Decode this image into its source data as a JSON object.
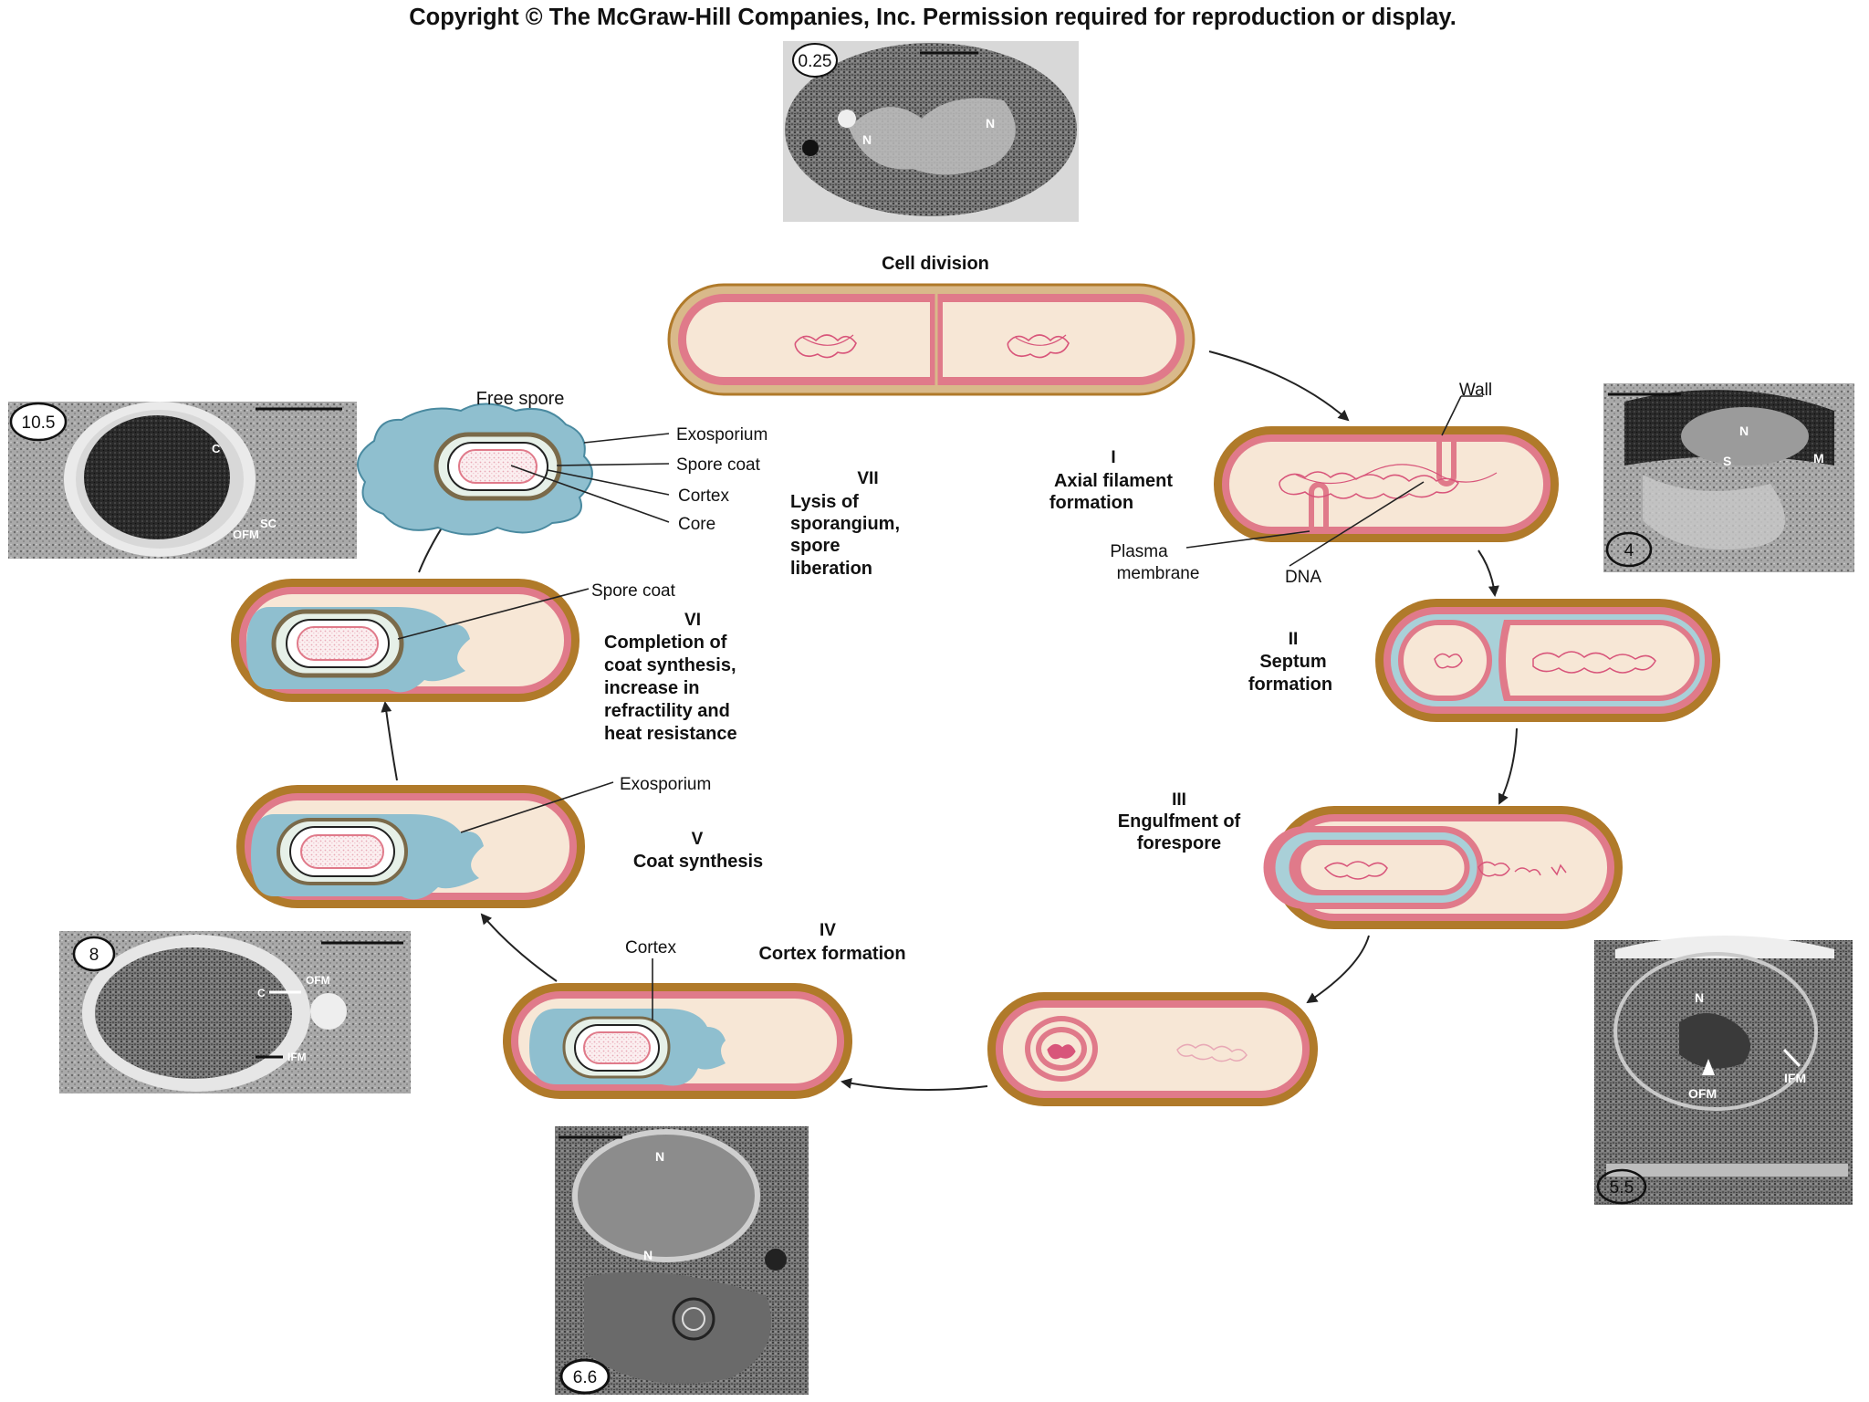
{
  "header": {
    "copyright": "Copyright © The McGraw-Hill Companies, Inc. Permission required for reproduction or display."
  },
  "colors": {
    "wall_outer": "#b07a2a",
    "wall_mid": "#d9b98a",
    "membrane": "#e07a8a",
    "cytoplasm": "#f7e7d6",
    "dna": "#d8557a",
    "exosporium": "#8fbfcf",
    "coat": "#7a6a4a"
  },
  "stages": {
    "cell_division": "Cell division",
    "s1": {
      "num": "I",
      "l1": "Axial filament",
      "l2": "formation"
    },
    "s2": {
      "num": "II",
      "l1": "Septum",
      "l2": "formation"
    },
    "s3": {
      "num": "III",
      "l1": "Engulfment of",
      "l2": "forespore"
    },
    "s4": {
      "num": "IV",
      "l1": "Cortex formation"
    },
    "s5": {
      "num": "V",
      "l1": "Coat synthesis"
    },
    "s6": {
      "num": "VI",
      "l1": "Completion of",
      "l2": "coat synthesis,",
      "l3": "increase in",
      "l4": "refractility and",
      "l5": "heat resistance"
    },
    "s7": {
      "num": "VII",
      "l1": "Lysis of",
      "l2": "sporangium,",
      "l3": "spore",
      "l4": "liberation"
    }
  },
  "callouts": {
    "wall": "Wall",
    "plasma_1": "Plasma",
    "plasma_2": "membrane",
    "dna": "DNA",
    "free_spore": "Free spore",
    "exosporium": "Exosporium",
    "spore_coat": "Spore coat",
    "cortex": "Cortex",
    "core": "Core",
    "spore_coat_vi": "Spore coat",
    "exosporium_v": "Exosporium",
    "cortex_iv": "Cortex"
  },
  "micrographs": {
    "top": {
      "time": "0.25",
      "labels": [
        "N",
        "N"
      ]
    },
    "right_upper": {
      "time": "4",
      "labels": [
        "N",
        "S",
        "M"
      ]
    },
    "right_lower": {
      "time": "5.5",
      "labels": [
        "N",
        "OFM",
        "IFM"
      ]
    },
    "bottom": {
      "time": "6.6",
      "labels": [
        "N",
        "N"
      ]
    },
    "left_lower": {
      "time": "8",
      "labels": [
        "OFM",
        "IFM",
        "C"
      ]
    },
    "left_upper": {
      "time": "10.5",
      "labels": [
        "C",
        "SC",
        "OFM"
      ]
    }
  }
}
